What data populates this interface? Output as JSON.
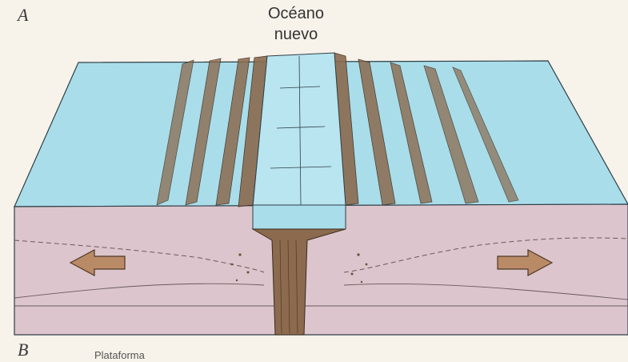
{
  "labels": {
    "panel_a": "A",
    "panel_b": "B",
    "ocean_line1": "Océano",
    "ocean_line2": "nuevo",
    "partial_caption": "Plataforma"
  },
  "colors": {
    "background": "#f7f2ea",
    "ocean_surface": "#a9dde9",
    "crust_section": "#dcc5cc",
    "rift_brown": "#8b6a4e",
    "arrow_fill": "#b98a66"
  },
  "arrows": {
    "left": "arrow-pointing-left",
    "right": "arrow-pointing-right"
  }
}
